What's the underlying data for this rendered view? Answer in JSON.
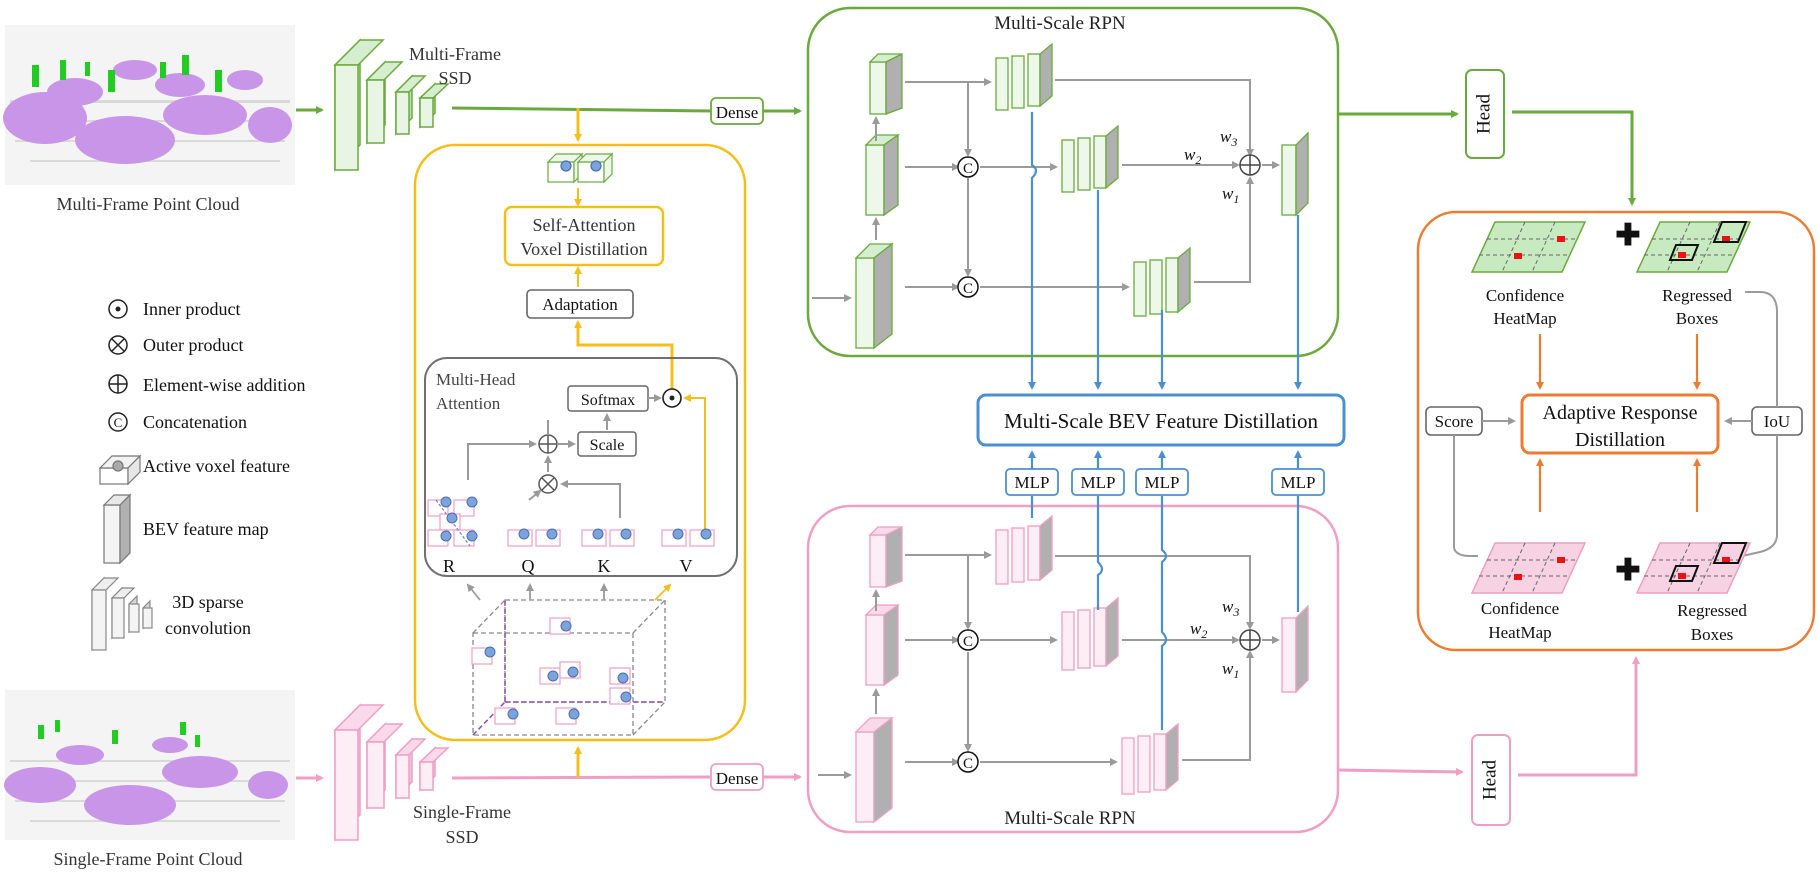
{
  "inputs": {
    "multi_frame_caption": "Multi-Frame Point Cloud",
    "single_frame_caption": "Single-Frame Point Cloud"
  },
  "ssd": {
    "multi_line1": "Multi-Frame",
    "multi_line2": "SSD",
    "single_line1": "Single-Frame",
    "single_line2": "SSD"
  },
  "dense_label": "Dense",
  "rpn": {
    "top_title": "Multi-Scale RPN",
    "bottom_title": "Multi-Scale RPN",
    "concat_symbol": "C",
    "w1": "w",
    "w1_sub": "1",
    "w2": "w",
    "w2_sub": "2",
    "w3": "w",
    "w3_sub": "3"
  },
  "voxel": {
    "self_attention_line1": "Self-Attention",
    "self_attention_line2": "Voxel Distillation",
    "adaptation": "Adaptation",
    "mha_line1": "Multi-Head",
    "mha_line2": "Attention",
    "softmax": "Softmax",
    "scale": "Scale",
    "r": "R",
    "q": "Q",
    "k": "K",
    "v": "V"
  },
  "bev": {
    "title": "Multi-Scale BEV Feature Distillation",
    "mlp": "MLP"
  },
  "head": {
    "top": "Head",
    "bottom": "Head"
  },
  "response": {
    "title_line1": "Adaptive Response",
    "title_line2": "Distillation",
    "score": "Score",
    "iou": "IoU",
    "conf_top_line1": "Confidence",
    "conf_top_line2": "HeatMap",
    "reg_top_line1": "Regressed",
    "reg_top_line2": "Boxes",
    "conf_bottom_line1": "Confidence",
    "conf_bottom_line2": "HeatMap",
    "reg_bottom_line1": "Regressed",
    "reg_bottom_line2": "Boxes"
  },
  "legend": {
    "inner_product": "Inner product",
    "outer_product": "Outer product",
    "element_wise": "Element-wise addition",
    "concatenation": "Concatenation",
    "active_voxel": "Active voxel feature",
    "bev_map": "BEV feature map",
    "sparse_conv_line1": "3D sparse",
    "sparse_conv_line2": "convolution"
  },
  "colors": {
    "teacher_green": "#6aaa3c",
    "student_pink": "#ef9ec4",
    "attention_yellow": "#f4bf1a",
    "distill_blue": "#4a90d0",
    "response_orange": "#ec7c30",
    "neutral_gray": "#9a9a9a",
    "point_purple": "#c895e8",
    "point_green": "#22cc22",
    "heat_red": "#ee1111"
  }
}
